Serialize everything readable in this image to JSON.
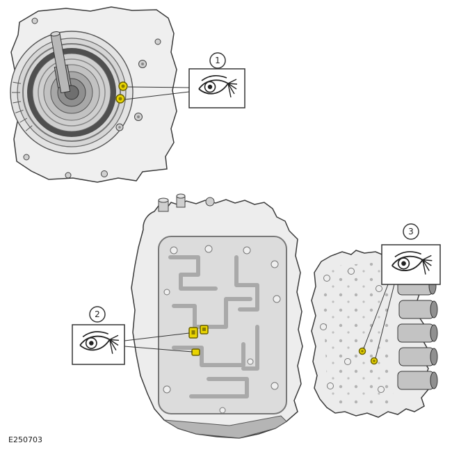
{
  "figure": {
    "ref_code": "E250703",
    "callouts": [
      {
        "label": "1",
        "icon": "inspect-eye-icon"
      },
      {
        "label": "2",
        "icon": "inspect-eye-icon"
      },
      {
        "label": "3",
        "icon": "inspect-eye-icon"
      }
    ],
    "colors": {
      "highlight_yellow": "#e9d400",
      "outline": "#333333",
      "background": "#ffffff"
    }
  }
}
